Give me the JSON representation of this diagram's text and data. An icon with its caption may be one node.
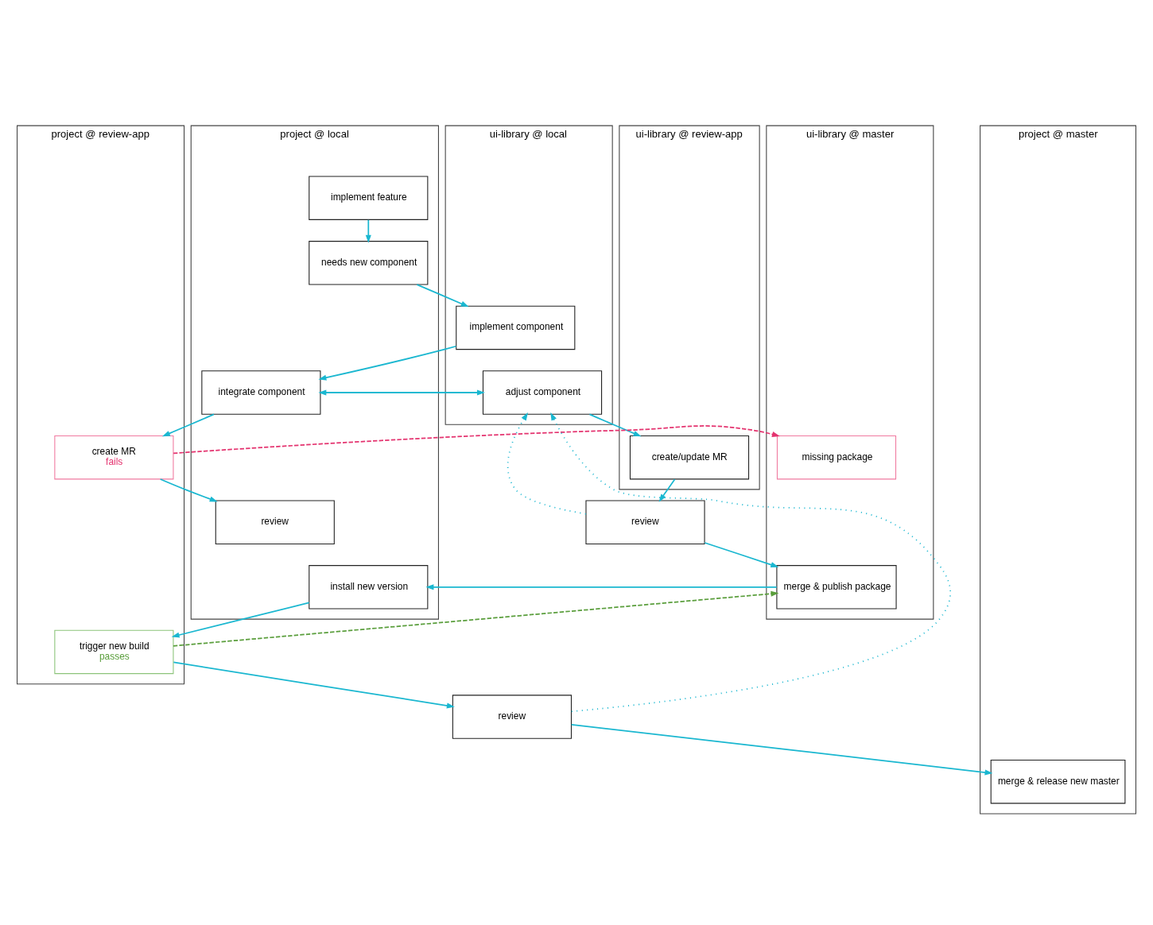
{
  "diagram": {
    "nodes": [
      {
        "text": [
          "ui-library @ local"
        ]
      },
      {
        "text": [
          "ui-library @ review-app"
        ]
      },
      {
        "text": [
          "ui-library @ master"
        ]
      },
      {
        "text": [
          "project @ local"
        ]
      },
      {
        "text": [
          "project @ review-app"
        ]
      },
      {
        "text": [
          "project @ master"
        ]
      },
      {
        "text": [
          "implement feature"
        ],
        "in": 3
      },
      {
        "text": [
          "needs new component"
        ],
        "in": 3
      },
      {
        "text": [
          "implement component"
        ],
        "in": 0
      },
      {
        "text": [
          "integrate component"
        ],
        "in": 3
      },
      {
        "text": [
          "adjust component"
        ],
        "in": 0
      },
      {
        "text": [
          "create/update MR"
        ],
        "in": 1
      },
      {
        "text": [
          "missing package"
        ],
        "in": 2
      },
      {
        "text": [
          "create MR",
          "fails"
        ],
        "in": 4
      },
      {
        "text": [
          "review"
        ]
      },
      {
        "text": [
          "review"
        ],
        "in": 3
      },
      {
        "text": [
          "merge & publish package"
        ],
        "in": 2
      },
      {
        "text": [
          "install new version"
        ],
        "in": 3
      },
      {
        "text": [
          "trigger new build",
          "passes"
        ],
        "in": 4
      },
      {
        "text": [
          "review"
        ]
      },
      {
        "text": [
          "merge & release new master"
        ],
        "in": 5
      }
    ],
    "edges": [
      {
        "from": 6,
        "to": 7,
        "arrow": "to"
      },
      {
        "from": 7,
        "to": 8,
        "arrow": "to"
      },
      {
        "from": 8,
        "to": 9,
        "arrow": "to"
      },
      {
        "from": 10,
        "to": 9,
        "arrow": "to"
      },
      {
        "from": 9,
        "to": 10,
        "arrow": "to"
      },
      {
        "from": 9,
        "to": 13,
        "arrow": "to"
      },
      {
        "from": 10,
        "to": 11,
        "arrow": "to"
      },
      {
        "from": 13,
        "to": 12,
        "arrow": "to",
        "style": "dashed",
        "color": "#e4336f"
      },
      {
        "from": 11,
        "to": 14,
        "arrow": "to"
      },
      {
        "from": 13,
        "to": 15,
        "arrow": "to"
      },
      {
        "from": 14,
        "to": 10,
        "arrow": "to",
        "style": "dashed"
      },
      {
        "from": 14,
        "to": 16,
        "arrow": "to"
      },
      {
        "from": 16,
        "to": 17,
        "arrow": "to"
      },
      {
        "from": 17,
        "to": 18,
        "arrow": "to"
      },
      {
        "from": 18,
        "to": 16,
        "arrow": "to",
        "style": "dashed",
        "color": "#5a9e3c"
      },
      {
        "from": 18,
        "to": 19,
        "arrow": "to"
      },
      {
        "from": 19,
        "to": 10,
        "arrow": "to",
        "style": "dashed"
      },
      {
        "from": 19,
        "to": 20,
        "arrow": "to"
      }
    ]
  }
}
